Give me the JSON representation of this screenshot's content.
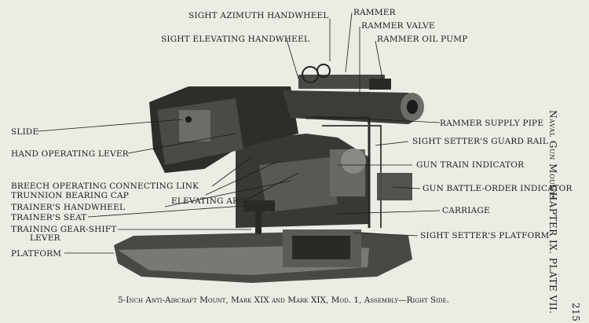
{
  "plate": {
    "labels": {
      "sight_azimuth_handwheel": "SIGHT AZIMUTH HANDWHEEL",
      "rammer": "RAMMER",
      "rammer_valve": "RAMMER VALVE",
      "sight_elevating_handwheel": "SIGHT ELEVATING HANDWHEEL",
      "rammer_oil_pump": "RAMMER OIL PUMP",
      "slide": "SLIDE",
      "rammer_supply_pipe": "RAMMER SUPPLY PIPE",
      "hand_operating_lever": "HAND OPERATING LEVER",
      "sight_setters_guard_rail": "SIGHT SETTER'S GUARD RAIL",
      "gun_train_indicator": "GUN TRAIN INDICATOR",
      "breech_operating_connecting_link": "BREECH OPERATING CONNECTING LINK",
      "trunnion_bearing_cap": "TRUNNION BEARING CAP",
      "gun_battle_order_indicator": "GUN BATTLE-ORDER INDICATOR",
      "elevating_arc": "ELEVATING ARC",
      "trainers_handwheel": "TRAINER'S HANDWHEEL",
      "carriage": "CARRIAGE",
      "trainers_seat": "TRAINER'S SEAT",
      "training_gear_shift_lever_1": "TRAINING GEAR-SHIFT",
      "training_gear_shift_lever_2": "LEVER",
      "sight_setters_platform": "SIGHT SETTER'S PLATFORM",
      "platform": "PLATFORM"
    },
    "caption": "5-Inch Anti-Aircraft Mount, Mark XIX and Mark XIX, Mod. 1, Assembly—Right Side.",
    "running_head": {
      "book_title": "Naval Gun Mounts",
      "chapter": "CHAPTER IX. PLATE VII.",
      "page_number": "215"
    }
  }
}
